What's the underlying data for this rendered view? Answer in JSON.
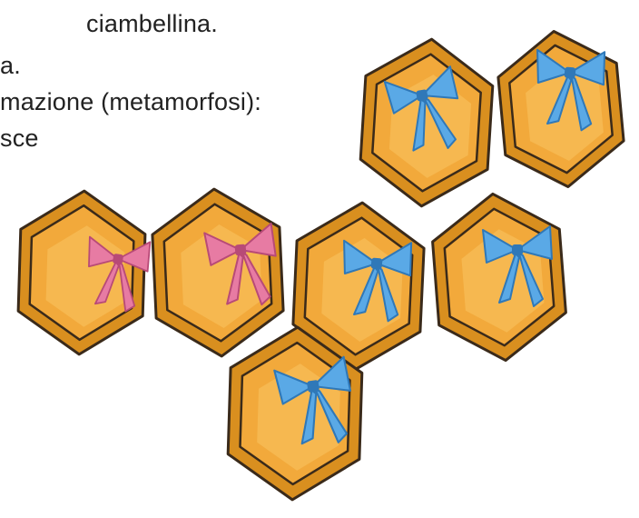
{
  "text_lines": [
    "ciambellina.",
    "a.",
    "mazione (metamorfosi):",
    "sce"
  ],
  "illustration": {
    "subject": "honeycomb-cells",
    "cells": [
      {
        "ribbon": "blue"
      },
      {
        "ribbon": "blue"
      },
      {
        "ribbon": "pink"
      },
      {
        "ribbon": "pink"
      },
      {
        "ribbon": "blue"
      },
      {
        "ribbon": "blue"
      },
      {
        "ribbon": "blue"
      }
    ],
    "colors": {
      "cell_rim": "#d98f1f",
      "cell_fill": "#f2a93b",
      "cell_inner": "#f6b850",
      "outline": "#3a2a1a",
      "ribbon_blue": "#5aa9e6",
      "ribbon_blue_dark": "#2f78b8",
      "ribbon_pink": "#e77ba3",
      "ribbon_pink_dark": "#b84a77"
    }
  }
}
